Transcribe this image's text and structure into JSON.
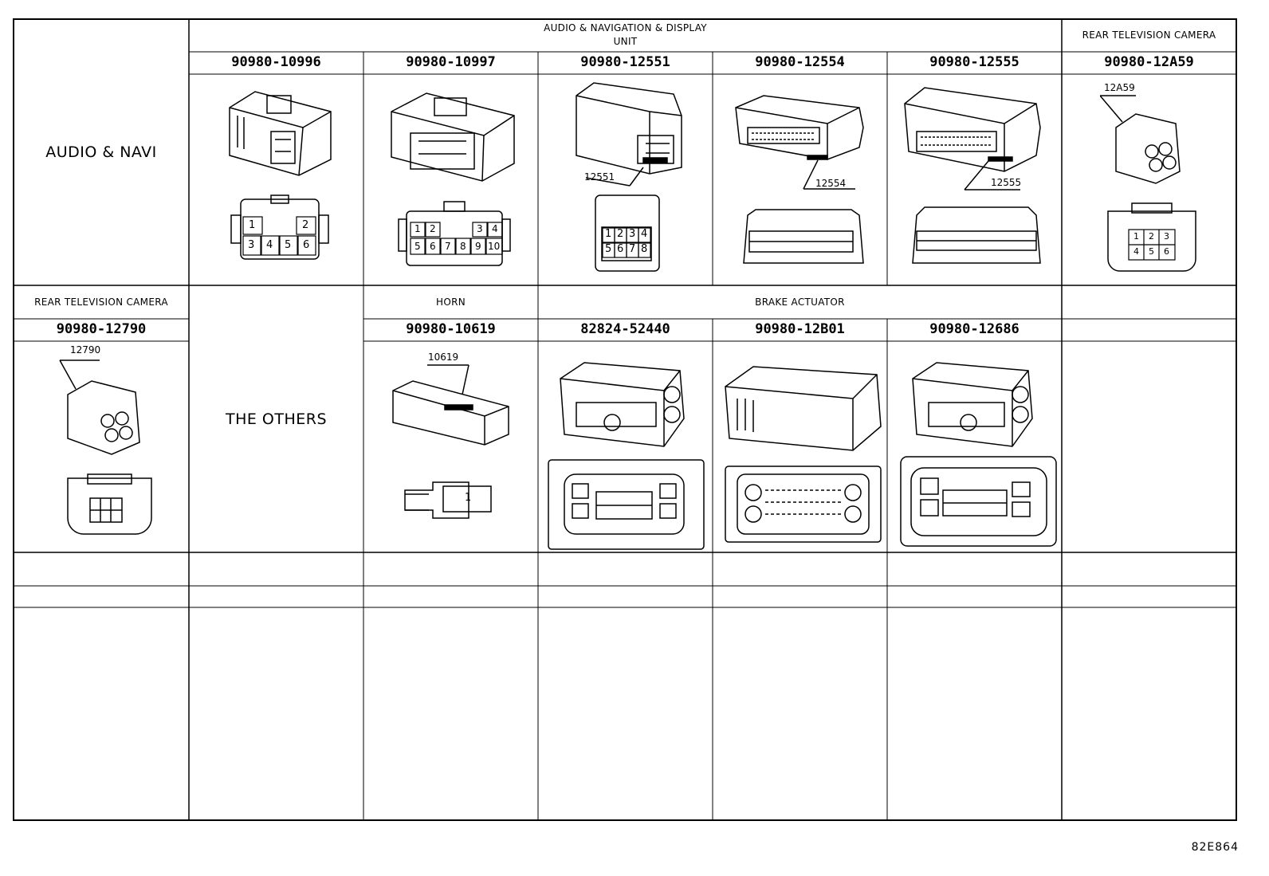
{
  "groups": {
    "audio_unit": "AUDIO & NAVIGATION & DISPLAY",
    "audio_unit_2": "UNIT",
    "rear_camera_1": "REAR TELEVISION CAMERA",
    "rear_camera_2": "REAR TELEVISION CAMERA",
    "horn": "HORN",
    "brake": "BRAKE ACTUATOR"
  },
  "sections": {
    "audio_navi": "AUDIO & NAVI",
    "others": "THE OTHERS"
  },
  "row1_parts": [
    "90980-10996",
    "90980-10997",
    "90980-12551",
    "90980-12554",
    "90980-12555",
    "90980-12A59"
  ],
  "row2_parts": [
    "90980-12790",
    "90980-10619",
    "82824-52440",
    "90980-12B01",
    "90980-12686"
  ],
  "callouts": {
    "c12551": "12551",
    "c12554": "12554",
    "c12555": "12555",
    "c12a59": "12A59",
    "c12790": "12790",
    "c10619": "10619"
  },
  "pins": {
    "p10996": [
      "1",
      "2",
      "3",
      "4",
      "5",
      "6"
    ],
    "p10997": [
      "1",
      "2",
      "3",
      "4",
      "5",
      "6",
      "7",
      "8",
      "9",
      "10"
    ],
    "p12551": [
      "1",
      "2",
      "3",
      "4",
      "5",
      "6",
      "7",
      "8"
    ],
    "p12a59": [
      "1",
      "2",
      "3",
      "4",
      "5",
      "6"
    ],
    "p10619": [
      "1"
    ]
  },
  "reference": "82E864"
}
